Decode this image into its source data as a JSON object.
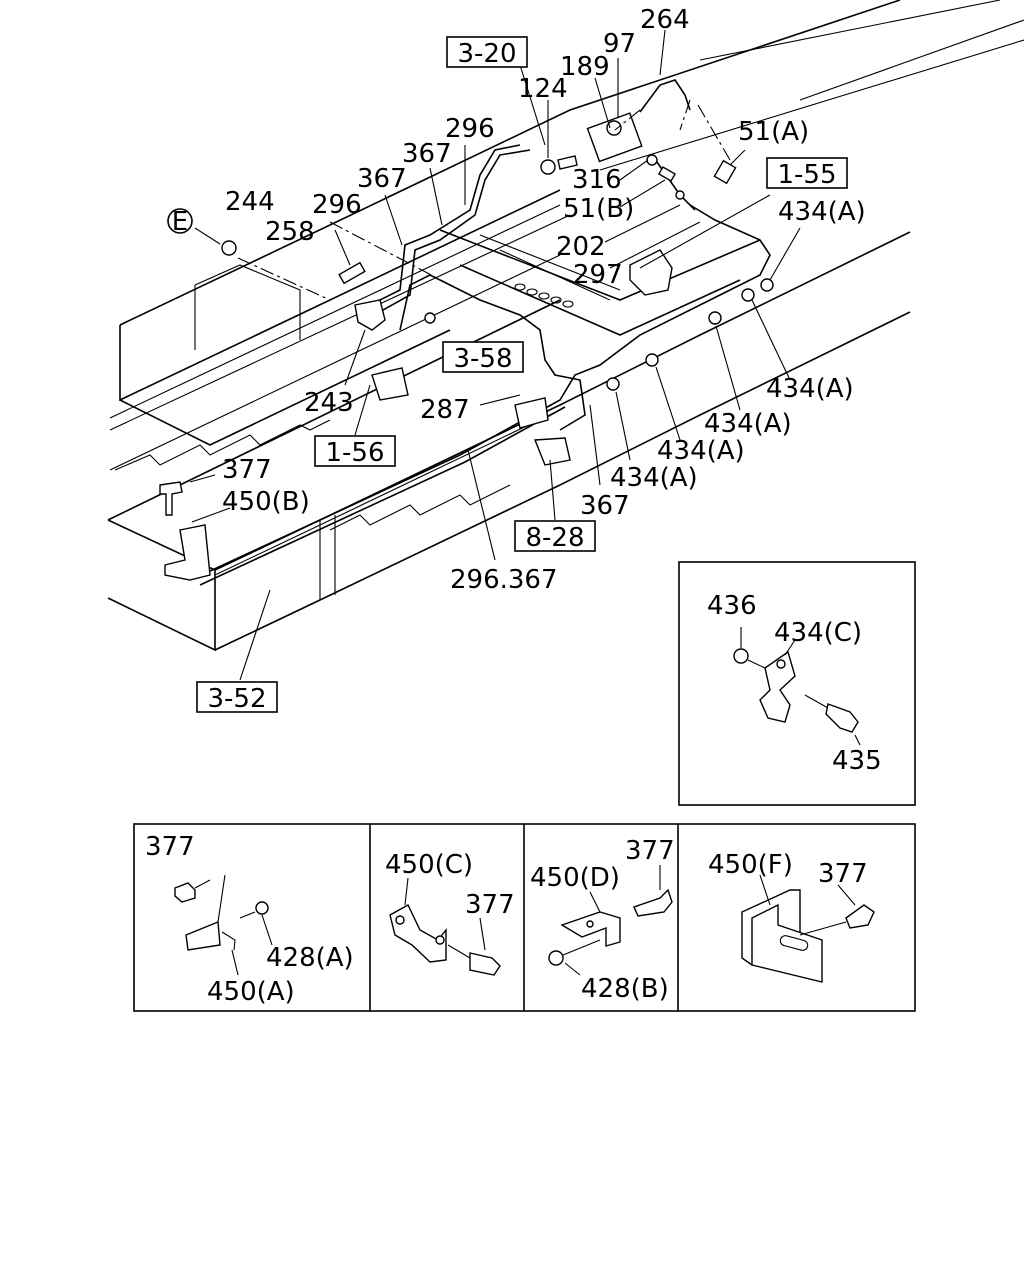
{
  "refs": {
    "r320": "3-20",
    "r155": "1-55",
    "r358": "3-58",
    "r156": "1-56",
    "r828": "8-28",
    "r352": "3-52"
  },
  "circle_marker": "E",
  "labels": {
    "l264": "264",
    "l97": "97",
    "l189": "189",
    "l124": "124",
    "l51a": "51(A)",
    "l296a": "296",
    "l367a": "367",
    "l367b": "367",
    "l316": "316",
    "l51b": "51(B)",
    "l244": "244",
    "l296b": "296",
    "l258": "258",
    "l434a1": "434(A)",
    "l202": "202",
    "l297": "297",
    "l243": "243",
    "l287": "287",
    "l434a2": "434(A)",
    "l434a3": "434(A)",
    "l434a4": "434(A)",
    "l434a5": "434(A)",
    "l377a": "377",
    "l450b": "450(B)",
    "l367c": "367",
    "l296_367": "296.367",
    "l436": "436",
    "l434c": "434(C)",
    "l435": "435"
  },
  "panels": {
    "p1": {
      "l377": "377",
      "l428a": "428(A)",
      "l450a": "450(A)"
    },
    "p2": {
      "l450c": "450(C)",
      "l377": "377"
    },
    "p3": {
      "l377": "377",
      "l450d": "450(D)",
      "l428b": "428(B)"
    },
    "p4": {
      "l450f": "450(F)",
      "l377": "377"
    }
  }
}
